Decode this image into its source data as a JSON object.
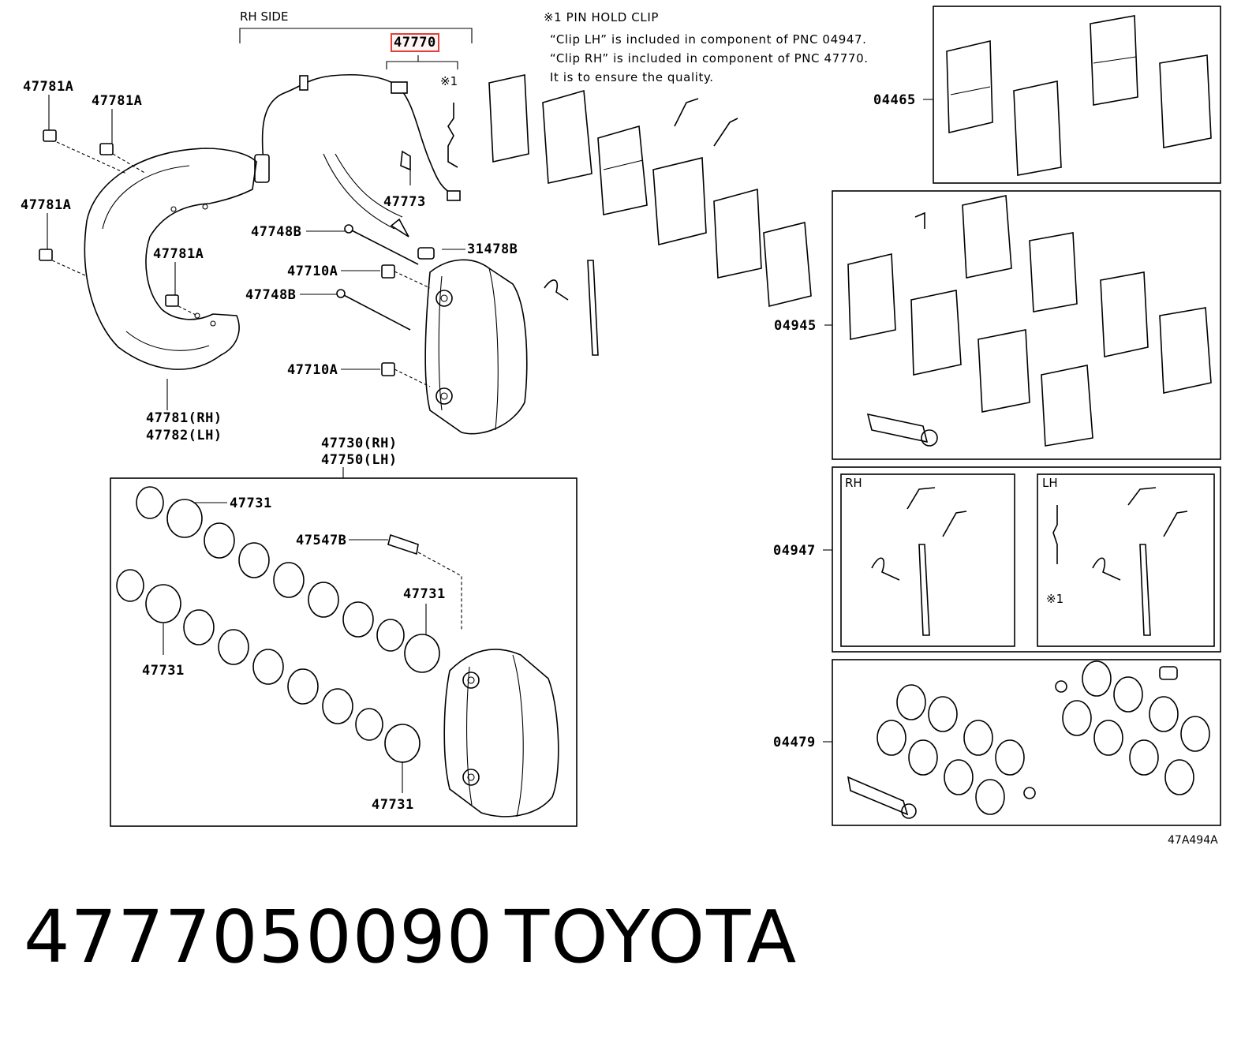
{
  "diagram": {
    "rh_side_label": "RH SIDE",
    "highlighted_part": "47770",
    "pin_hold_clip_title": "※1 PIN HOLD CLIP",
    "note_lines": [
      "“Clip LH” is included in component of PNC 04947.",
      "“Clip RH” is included in component of PNC 47770.",
      "It is to ensure the quality."
    ],
    "clip_marker": "※1",
    "labels": {
      "p47781a_1": "47781A",
      "p47781a_2": "47781A",
      "p47781a_3": "47781A",
      "p47781a_4": "47781A",
      "p47773": "47773",
      "p47748b_1": "47748B",
      "p31478b": "31478B",
      "p47710a_1": "47710A",
      "p47748b_2": "47748B",
      "p47710a_2": "47710A",
      "p47781_rh": "47781(RH)",
      "p47782_lh": "47782(LH)",
      "p47730_rh": "47730(RH)",
      "p47750_lh": "47750(LH)",
      "p47731_1": "47731",
      "p47547b": "47547B",
      "p47731_2": "47731",
      "p47731_3": "47731",
      "p47731_4": "47731",
      "p04465": "04465",
      "p04945": "04945",
      "p04947": "04947",
      "p04479": "04479"
    },
    "rh_box_label": "RH",
    "lh_box_label": "LH",
    "diagram_code": "47A494A"
  },
  "footer": {
    "part_number": "4777050090",
    "brand": "TOYOTA"
  }
}
